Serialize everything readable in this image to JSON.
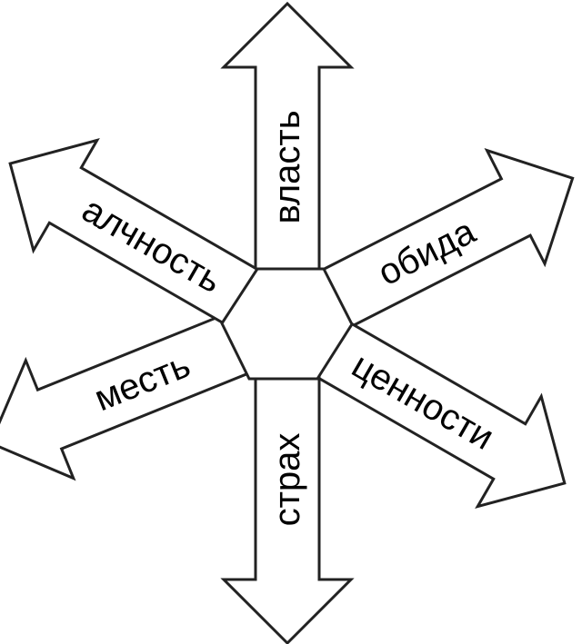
{
  "diagram": {
    "center_label": "",
    "arrows": [
      {
        "label": "власть",
        "direction": "up"
      },
      {
        "label": "обида",
        "direction": "up-right"
      },
      {
        "label": "ценности",
        "direction": "down-right"
      },
      {
        "label": "страх",
        "direction": "down"
      },
      {
        "label": "месть",
        "direction": "down-left"
      },
      {
        "label": "алчность",
        "direction": "up-left"
      }
    ],
    "colors": {
      "stroke": "#222222",
      "fill": "#ffffff",
      "text": "#000000"
    }
  }
}
